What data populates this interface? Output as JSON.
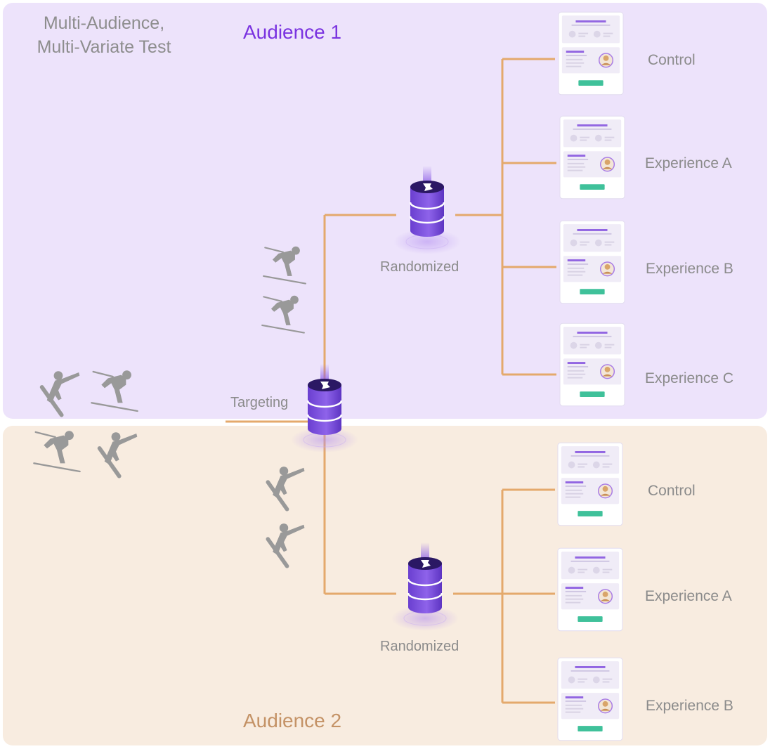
{
  "title": "Multi-Audience, Multi-Variate Test",
  "audiences": [
    {
      "label": "Audience 1",
      "node_label": "Randomized",
      "variants": [
        "Control",
        "Experience A",
        "Experience B",
        "Experience C"
      ]
    },
    {
      "label": "Audience 2",
      "node_label": "Randomized",
      "variants": [
        "Control",
        "Experience A",
        "Experience B"
      ]
    }
  ],
  "targeting_label": "Targeting",
  "colors": {
    "audience1_bg": "#ede3fb",
    "audience2_bg": "#f8ece0",
    "audience1_text": "#7a33e0",
    "audience2_text": "#c49266",
    "connector": "#e4a96c",
    "node_purple": "#7c4ddb",
    "cta_green": "#3fc19a",
    "skier_gray": "#999999"
  },
  "icons": [
    "database-node-icon",
    "skier-icon",
    "snowboarder-icon",
    "variant-page-icon",
    "avatar-icon"
  ]
}
